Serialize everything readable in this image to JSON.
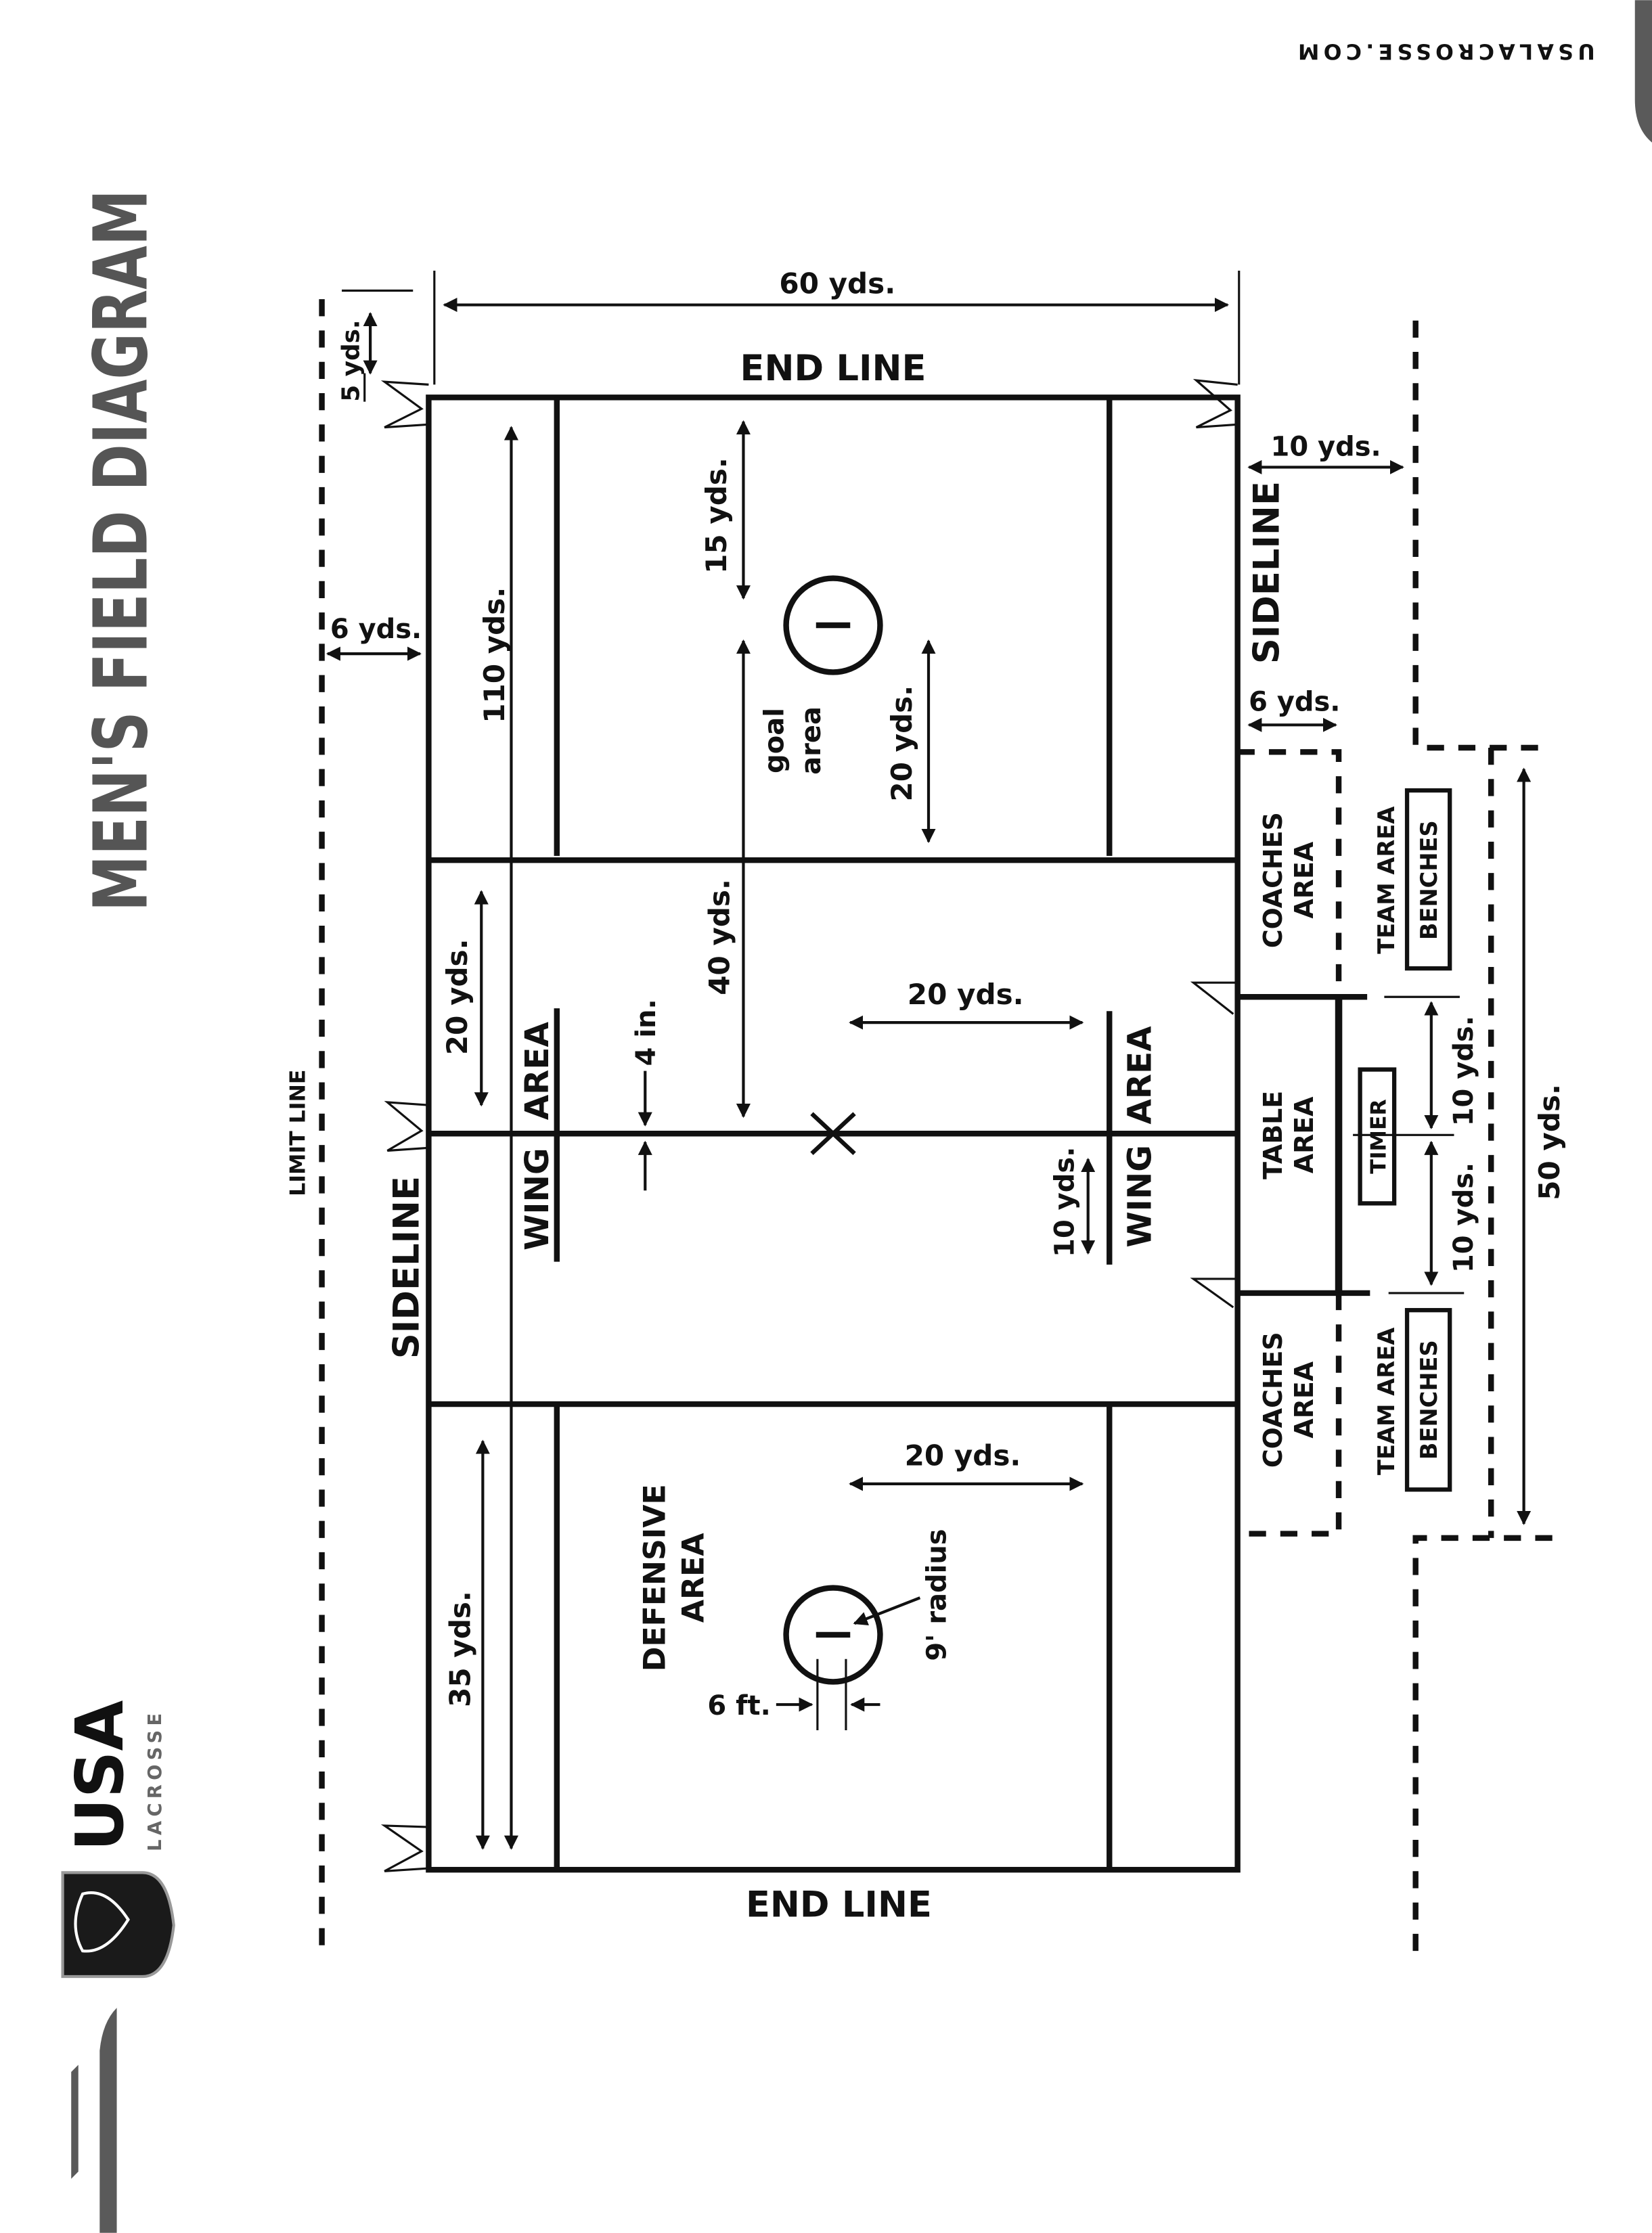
{
  "title": "MEN'S FIELD DIAGRAM",
  "website": "USALACROSSE.COM",
  "logo": {
    "word": "USA",
    "sub": "LACROSSE"
  },
  "colors": {
    "line": "#111111",
    "title_gray": "#555555",
    "accent_gray": "#5a5a5a"
  },
  "labels": {
    "end_line_top": "END LINE",
    "end_line_bottom": "END LINE",
    "sideline_left": "SIDELINE",
    "sideline_right": "SIDELINE",
    "limit_line": "LIMIT LINE",
    "goal_area": [
      "goal",
      "area"
    ],
    "defensive_area": [
      "DEFENSIVE",
      "AREA"
    ],
    "wing_area": "WING",
    "wing_area_2": "AREA",
    "coaches_area": [
      "COACHES",
      "AREA"
    ],
    "table_area": [
      "TABLE",
      "AREA"
    ],
    "team_area": "TEAM AREA",
    "benches": "BENCHES",
    "timer": "TIMER"
  },
  "dimensions": {
    "width": "60 yds.",
    "end_offset": "5 yds.",
    "length": "110 yds.",
    "side_offset": "6 yds.",
    "bench_offset": "10 yds.",
    "coach_width": "6 yds.",
    "goal_from_end": "15 yds.",
    "goal_area_depth": "20 yds.",
    "restraining_to_mid": "40 yds.",
    "wing_from_center": "20 yds.",
    "wing_depth": "20 yds.",
    "wing_length": "10 yds.",
    "center_line_width": "4 in.",
    "defensive_width": "20 yds.",
    "defensive_depth": "35 yds.",
    "crease_radius": "9' radius",
    "goal_width": "6 ft.",
    "table_half_1": "10 yds.",
    "table_half_2": "10 yds.",
    "team_area_length": "50 yds."
  }
}
